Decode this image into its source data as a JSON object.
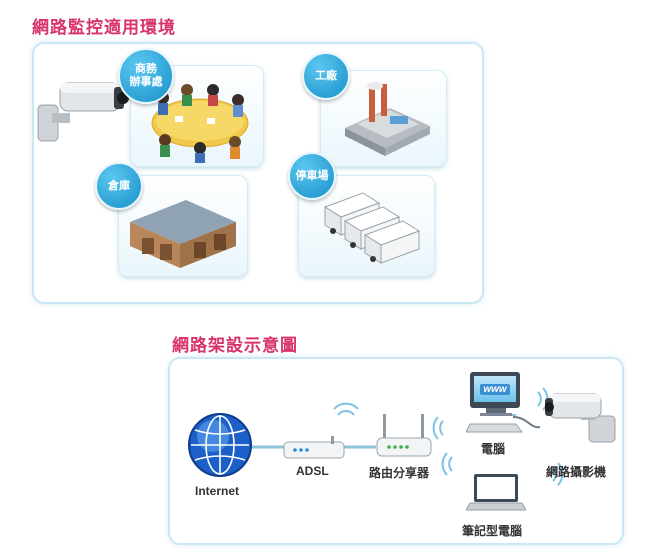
{
  "top": {
    "title": "網路監控適用環境",
    "badges": {
      "office_line1": "商務",
      "office_line2": "辦事處",
      "factory": "工廠",
      "warehouse": "倉庫",
      "parking": "停車場"
    }
  },
  "bottom": {
    "title": "網路架設示意圖",
    "labels": {
      "internet": "Internet",
      "adsl": "ADSL",
      "router": "路由分享器",
      "pc": "電腦",
      "laptop": "筆記型電腦",
      "ipcam": "網路攝影機",
      "www": "www"
    }
  },
  "colors": {
    "title": "#d8336b",
    "badge": "#1790c8",
    "panel_border": "#c9e7f5",
    "link_line": "#8ec3d8"
  }
}
